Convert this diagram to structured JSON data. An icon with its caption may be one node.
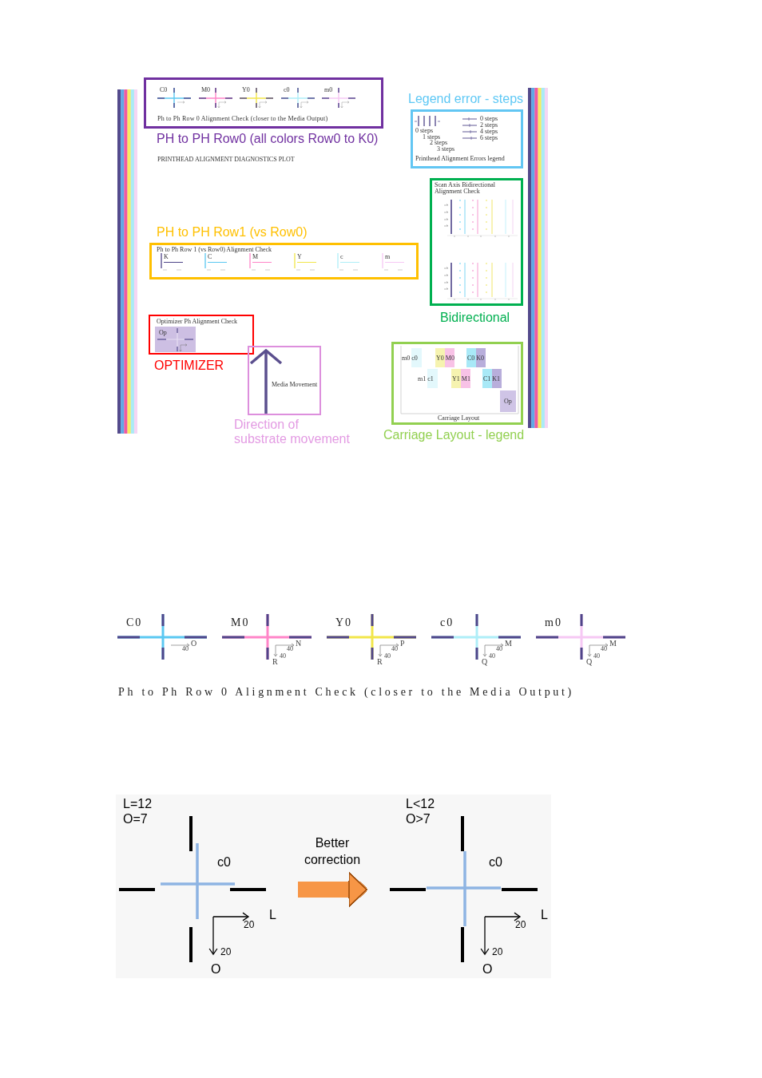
{
  "diagram": {
    "nodes": [
      {
        "text": [
          "C0",
          "M0",
          "Y0",
          "c0",
          "m0",
          "Ph to Ph Row 0 Alignment Check (closer to the Media Output)"
        ],
        "beside": [
          "PH to PH Row0 (all colors Row0 to K0)"
        ]
      },
      {
        "text": [
          "0 steps",
          "1 steps",
          "2 steps",
          "3 steps",
          "0 steps",
          "2 steps",
          "4 steps",
          "6 steps",
          "Printhead Alignment Errors legend"
        ],
        "beside": [
          "Legend error - steps"
        ]
      },
      {
        "text": [
          "Scan Axis Bidirectional Alignment Check"
        ],
        "beside": [
          "Bidirectional"
        ]
      },
      {
        "text": [
          "Ph to Ph Row 1 (vs Row0) Alignment Check",
          "K",
          "C",
          "M",
          "Y",
          "c",
          "m"
        ],
        "beside": [
          "PH to PH Row1 (vs Row0)"
        ]
      },
      {
        "text": [
          "Optimizer Ph Alignment Check",
          "Op"
        ],
        "beside": [
          "OPTIMIZER"
        ]
      },
      {
        "text": [
          "Media Movement"
        ],
        "beside": [
          "Direction of substrate movement"
        ]
      },
      {
        "text": [
          "m0 c0",
          "Y0 M0",
          "C0 K0",
          "m1 c1",
          "Y1 M1",
          "C1 K1",
          "Op",
          "Carriage Layout"
        ],
        "beside": [
          "Carriage Layout - legend"
        ]
      },
      {
        "text": [
          "L=12",
          "O=7",
          "c0",
          "L",
          "20",
          "20",
          "O"
        ]
      },
      {
        "text": [
          "L<12",
          "O>7",
          "c0",
          "L",
          "20",
          "20",
          "O"
        ]
      }
    ],
    "edges": [
      {
        "from": 7,
        "to": 8,
        "arrow": "to",
        "label": "Better correction",
        "color": "#f79646"
      }
    ],
    "labels": [
      "PRINTHEAD ALIGNMENT DIAGNOSTICS PLOT",
      "C0",
      "O",
      "40",
      "M0",
      "N",
      "40",
      "40",
      "R",
      "Y0",
      "P",
      "40",
      "40",
      "R",
      "c0",
      "M",
      "40",
      "40",
      "Q",
      "m0",
      "M",
      "40",
      "40",
      "Q",
      "Ph to Ph Row 0 Alignment Check (closer to the Media Output)"
    ]
  }
}
